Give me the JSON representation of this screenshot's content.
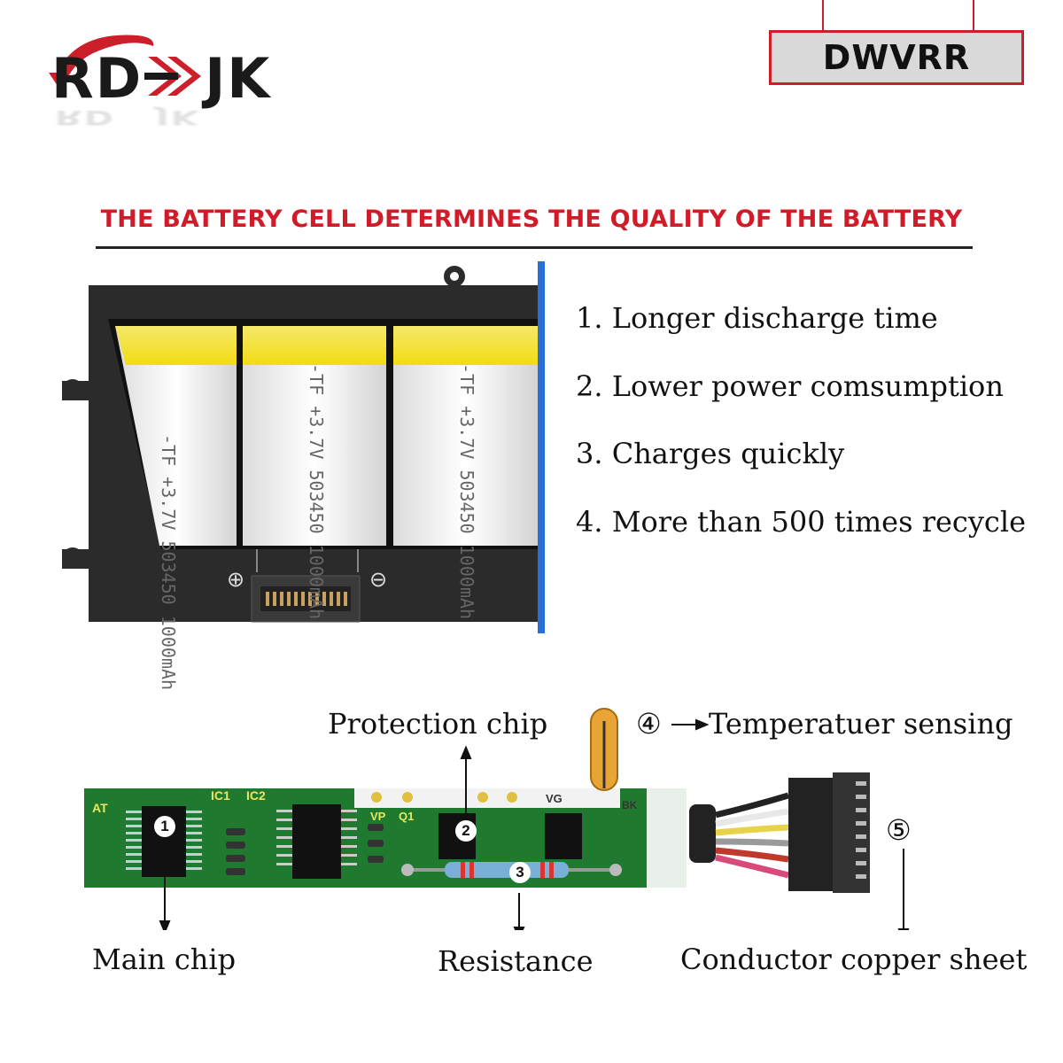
{
  "brand": {
    "logo_text": "RD JK",
    "logo_letters": [
      "R",
      "D",
      "J",
      "K"
    ],
    "model_label": "DWVRR",
    "accent_color": "#cc1f2a"
  },
  "headline": "THE BATTERY CELL DETERMINES THE QUALITY OF THE BATTERY",
  "features": [
    "1. Longer discharge time",
    "2. Lower power comsumption",
    "3. Charges quickly",
    "4. More than 500 times recycle"
  ],
  "battery_pack": {
    "cell_print_lines": [
      "-TF",
      "+3.7V",
      "503450",
      "1000mAh"
    ],
    "terminal_plus": "⊕",
    "terminal_minus": "⊖",
    "cell_color": "#f2e21e",
    "frame_color": "#2b2b2b",
    "edge_color": "#2a6fd6"
  },
  "pcb_diagram": {
    "board_marks": [
      "AT",
      "IC1",
      "IC2",
      "VP",
      "Q1",
      "VG",
      "BK"
    ],
    "callouts": [
      {
        "number": "1",
        "label": "Main chip"
      },
      {
        "number": "2",
        "label": "Protection chip"
      },
      {
        "number": "3",
        "label": "Resistance"
      },
      {
        "number": "④",
        "label": "Temperatuer sensing"
      },
      {
        "number": "⑤",
        "label": "Conductor copper sheet"
      }
    ],
    "board_color": "#1f7a2f",
    "wire_colors": [
      "#222222",
      "#e8e8e8",
      "#e8d24a",
      "#9a9a9a",
      "#c0392b",
      "#d94a7a"
    ]
  }
}
